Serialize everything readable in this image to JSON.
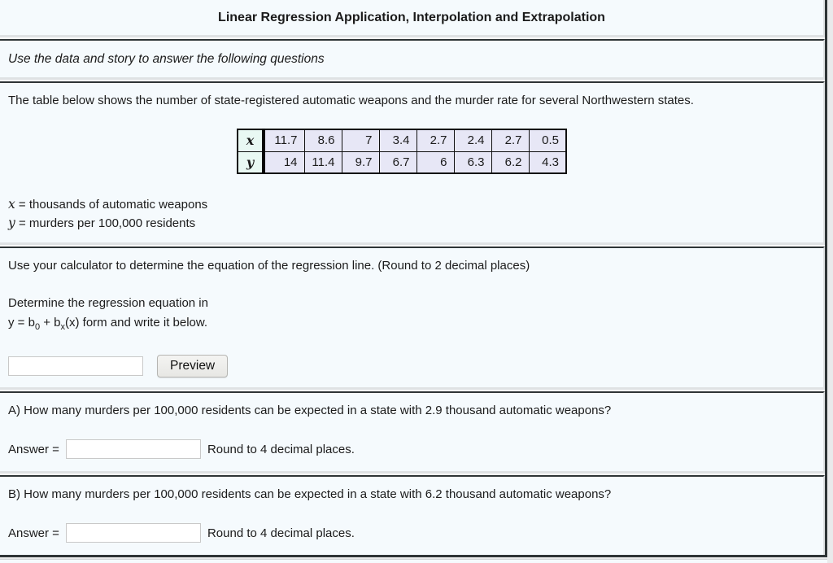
{
  "colors": {
    "section_background": "#f5fafd",
    "table_cell_background": "#e7e7f6",
    "table_header_background": "#e9f8f3",
    "border_dark": "#2e3436",
    "border_light": "#dfe2e4"
  },
  "header": {
    "title": "Linear Regression Application, Interpolation and Extrapolation"
  },
  "instructions": {
    "text": "Use the data and story to answer the following questions"
  },
  "story": {
    "intro": "The table below shows the number of state-registered automatic weapons and the murder rate for several Northwestern states.",
    "definitions": [
      {
        "variable": "x",
        "text": "= thousands of automatic weapons"
      },
      {
        "variable": "y",
        "text": "= murders per 100,000 residents"
      }
    ]
  },
  "data_table": {
    "rows": [
      {
        "header": "x",
        "values": [
          "11.7",
          "8.6",
          "7",
          "3.4",
          "2.7",
          "2.4",
          "2.7",
          "0.5"
        ]
      },
      {
        "header": "y",
        "values": [
          "14",
          "11.4",
          "9.7",
          "6.7",
          "6",
          "6.3",
          "6.2",
          "4.3"
        ]
      }
    ]
  },
  "regression": {
    "prompt": "Use your calculator to determine the equation of the regression line. (Round to 2 decimal places)",
    "determine_line": "Determine the regression equation in",
    "eq_y": "y = b",
    "eq_sub0": "0",
    "eq_plus": " + b",
    "eq_subx": "x",
    "eq_tail": "(x) form and write it below.",
    "input_value": "",
    "preview_button": "Preview"
  },
  "question_a": {
    "prompt": "A) How many murders per 100,000 residents can be expected in a state with 2.9 thousand automatic weapons?",
    "answer_label": "Answer =",
    "answer_value": "",
    "round_note": "Round to 4 decimal places."
  },
  "question_b": {
    "prompt": "B) How many murders per 100,000 residents can be expected in a state with 6.2 thousand automatic weapons?",
    "answer_label": "Answer =",
    "answer_value": "",
    "round_note": "Round to 4 decimal places."
  }
}
